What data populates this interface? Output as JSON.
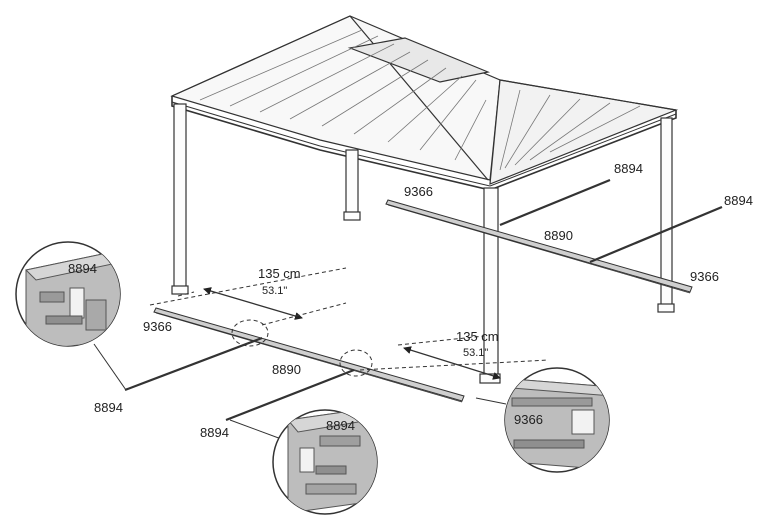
{
  "labels": {
    "beam_top_left": "9366",
    "rod_top_right_upper": "8894",
    "rod_top_right_far": "8894",
    "beam_top_right_mid": "8890",
    "beam_top_right_end": "9366",
    "beam_front_left": "9366",
    "beam_front_mid": "8890",
    "rod_front_left": "8894",
    "rod_front_bottom": "8894",
    "detail_left": "8894",
    "detail_bottom": "8894",
    "detail_right": "9366"
  },
  "dimensions": {
    "left": {
      "cm": "135 cm",
      "inch": "53.1\""
    },
    "right": {
      "cm": "135 cm",
      "inch": "53.1\""
    }
  },
  "colors": {
    "line": "#333333",
    "roof_fill": "#f7f7f7",
    "profile_fill": "#b9b9b9",
    "profile_shadow": "#8f8f8f"
  }
}
